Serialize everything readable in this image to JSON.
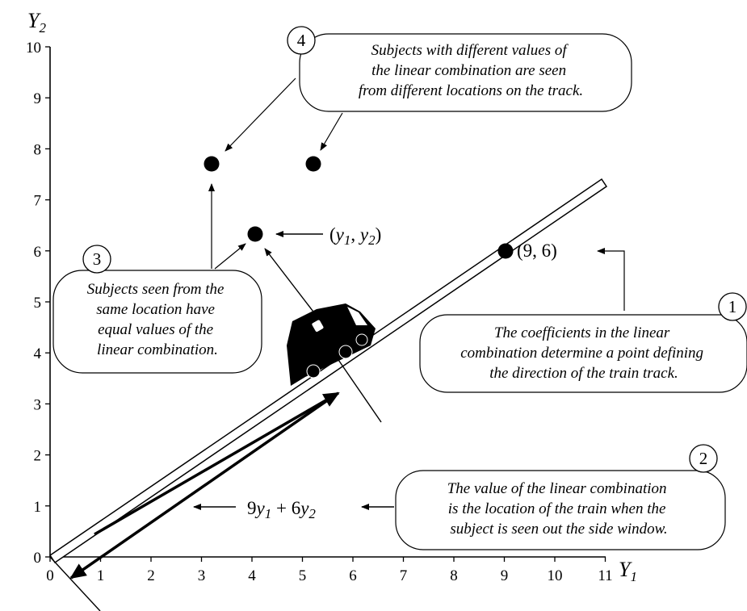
{
  "axes": {
    "x_title": "Y",
    "x_title_sub": "1",
    "y_title": "Y",
    "y_title_sub": "2",
    "x_ticks": [
      "0",
      "1",
      "2",
      "3",
      "4",
      "5",
      "6",
      "7",
      "8",
      "9",
      "10",
      "11"
    ],
    "y_ticks": [
      "0",
      "1",
      "2",
      "3",
      "4",
      "5",
      "6",
      "7",
      "8",
      "9",
      "10"
    ]
  },
  "point_label": {
    "open": "(",
    "y1": "y",
    "sub1": "1",
    "sep": ", ",
    "y2": "y",
    "sub2": "2",
    "close": ")"
  },
  "coef_point_label": "(9, 6)",
  "combination_label": {
    "c1": "9",
    "y1": "y",
    "sub1": "1",
    "plus": " + 6",
    "y2": "y",
    "sub2": "2"
  },
  "callouts": [
    {
      "number": "1",
      "lines": [
        "The coefficients in the linear",
        "combination determine a point defining",
        "the direction of the train track."
      ]
    },
    {
      "number": "2",
      "lines": [
        "The value of the linear combination",
        "is the location of the train when the",
        "subject is seen out the side window."
      ]
    },
    {
      "number": "3",
      "lines": [
        "Subjects seen from the",
        "same location have",
        "equal values of the",
        "linear combination."
      ]
    },
    {
      "number": "4",
      "lines": [
        "Subjects with different values of",
        "the linear combination are seen",
        "from different locations on the track."
      ]
    }
  ]
}
